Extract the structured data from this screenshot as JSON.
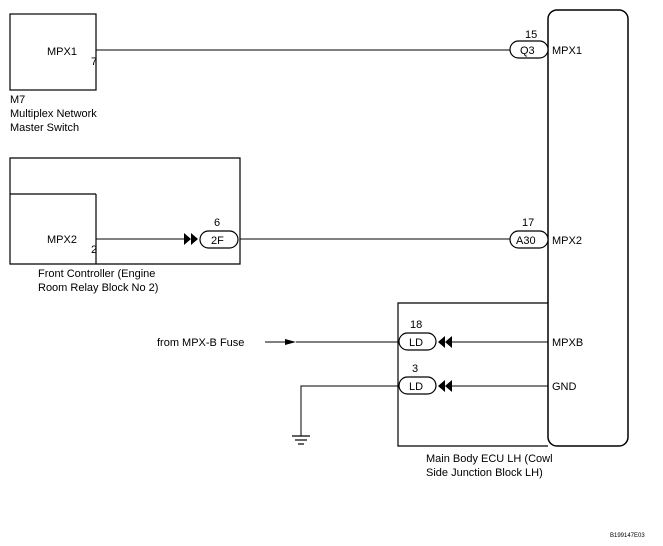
{
  "diagram": {
    "m7": {
      "connector_label": "MPX1",
      "pin": "7",
      "caption_line1": "M7",
      "caption_line2": "Multiplex Network",
      "caption_line3": "Master Switch"
    },
    "front_controller": {
      "connector_label": "MPX2",
      "pin": "2",
      "caption_line1": "Front Controller (Engine",
      "caption_line2": "Room Relay Block No  2)"
    },
    "junction_2f": {
      "pin": "6",
      "tag": "2F"
    },
    "ecu": {
      "pins": [
        {
          "number": "15",
          "tag": "Q3",
          "label": "MPX1"
        },
        {
          "number": "17",
          "tag": "A30",
          "label": "MPX2"
        },
        {
          "number": "18",
          "tag": "LD",
          "label": "MPXB"
        },
        {
          "number": "3",
          "tag": "LD",
          "label": "GND"
        }
      ],
      "caption_line1": "Main Body ECU LH (Cowl",
      "caption_line2": "Side Junction Block LH)"
    },
    "fuse_source": "from MPX-B Fuse",
    "figure_code": "B199147E03"
  }
}
